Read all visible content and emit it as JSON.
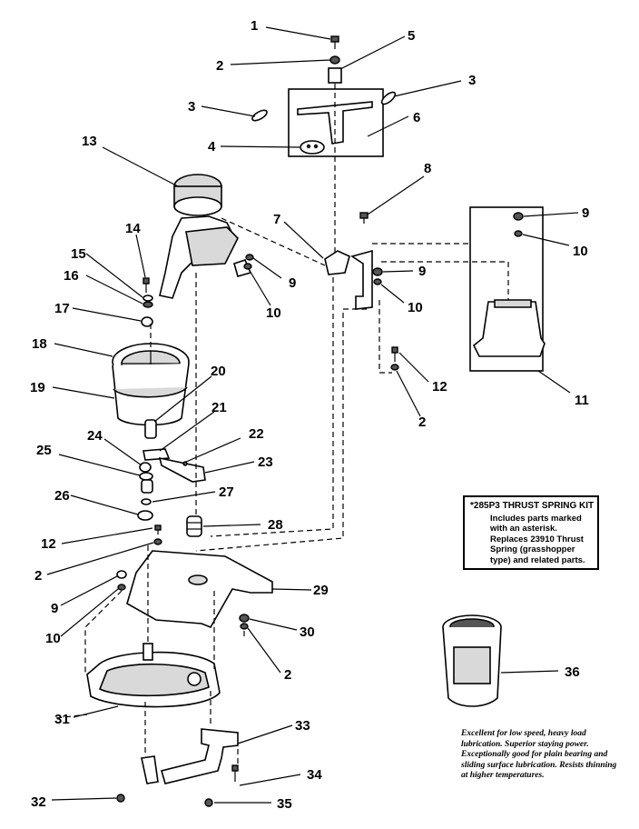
{
  "callouts": {
    "n1": "1",
    "n2": "2",
    "n3": "3",
    "n4": "4",
    "n5": "5",
    "n6": "6",
    "n7": "7",
    "n8": "8",
    "n9": "9",
    "n10": "10",
    "n11": "11",
    "n12": "12",
    "n13": "13",
    "n14": "14",
    "n15": "15",
    "n16": "16",
    "n17": "17",
    "n18": "18",
    "n19": "19",
    "n20": "20",
    "n21": "21",
    "n22": "22",
    "n23": "23",
    "n24": "24",
    "n25": "25",
    "n26": "26",
    "n27": "27",
    "n28": "28",
    "n29": "29",
    "n30": "30",
    "n31": "31",
    "n32": "32",
    "n33": "33",
    "n34": "34",
    "n35": "35",
    "n36": "36"
  },
  "kit_note": {
    "title": "*285P3 THRUST SPRING KIT",
    "body": "Includes parts marked with an asterisk. Replaces 23910 Thrust Spring (grasshopper type) and related parts."
  },
  "lube_note": "Excellent for low speed, heavy load lubrication. Superior staying power. Exceptionally good for plain bearing and sliding surface lubrication. Resists thinning at higher temperatures."
}
